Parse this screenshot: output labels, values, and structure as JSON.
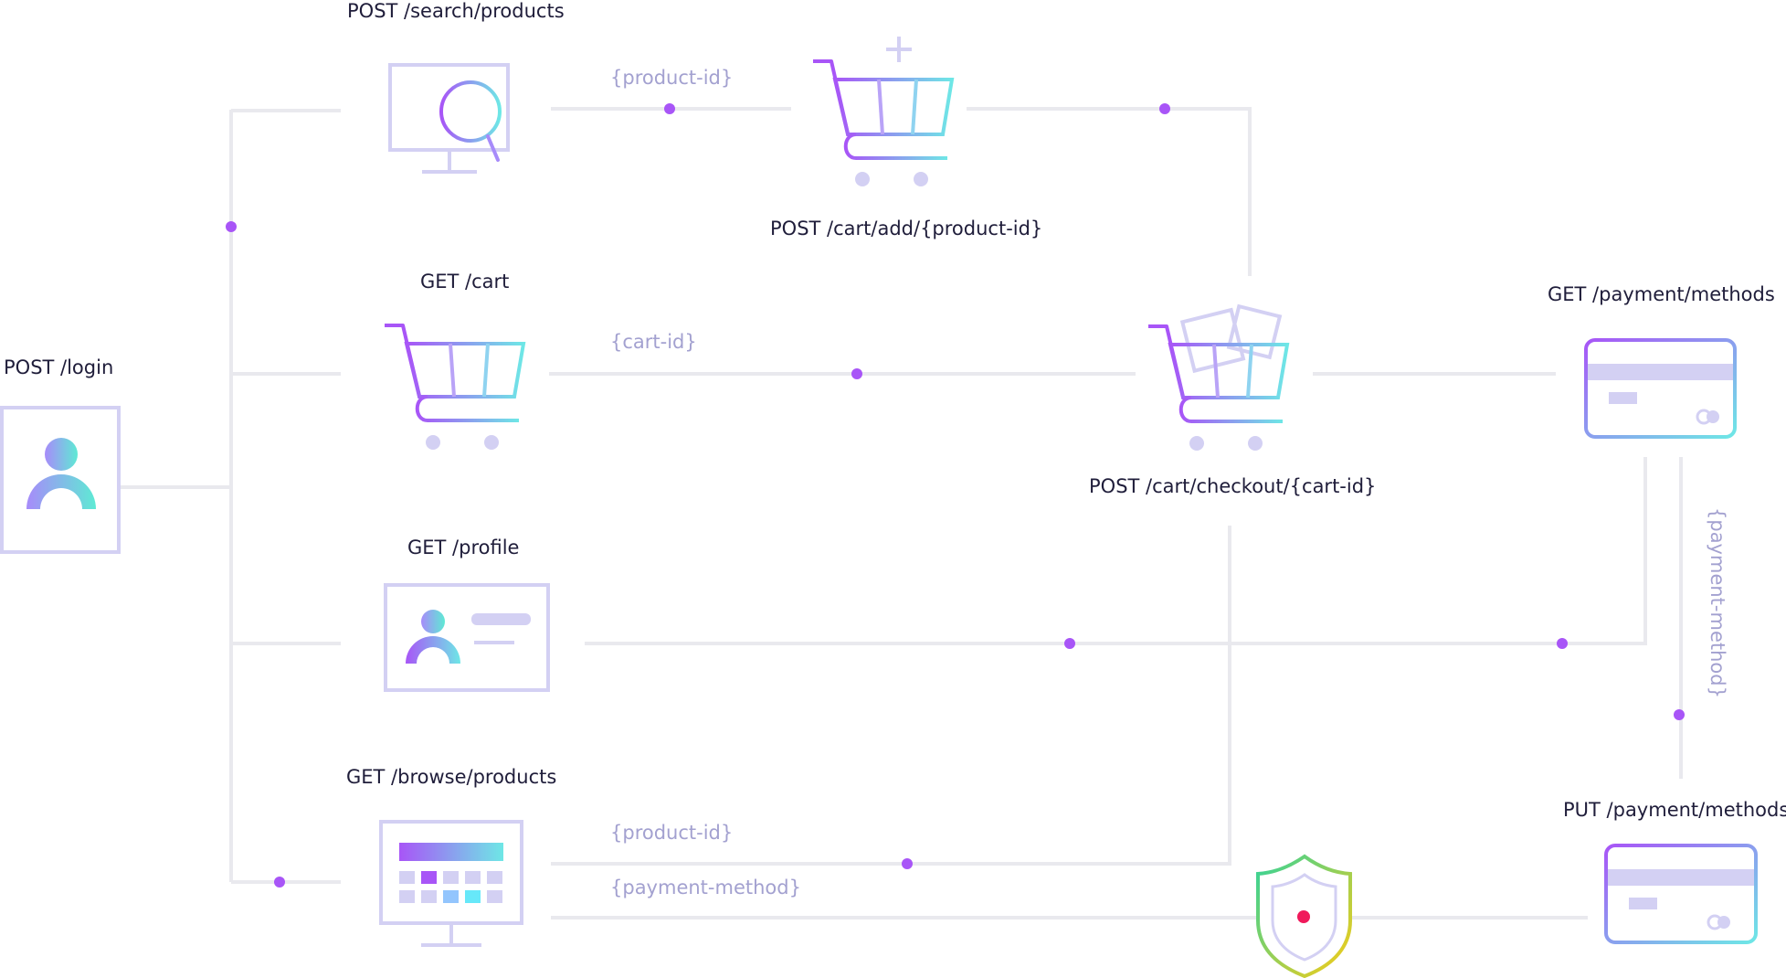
{
  "endpoints": {
    "login": "POST /login",
    "search_products": "POST /search/products",
    "cart_add": "POST /cart/add/{product-id}",
    "get_cart": "GET /cart",
    "checkout": "POST /cart/checkout/{cart-id}",
    "payment_methods_get": "GET /payment/methods",
    "profile": "GET /profile",
    "browse_products": "GET /browse/products",
    "payment_methods_put": "PUT /payment/methods"
  },
  "params": {
    "product_id_top": "{product-id}",
    "cart_id": "{cart-id}",
    "product_id_bottom": "{product-id}",
    "payment_method_bottom": "{payment-method}",
    "payment_method_vertical": "{payment-method}"
  },
  "icons": {
    "login": "user-icon",
    "search": "monitor-search-icon",
    "cart_add": "cart-add-icon",
    "cart": "shopping-cart-icon",
    "checkout": "cart-packages-icon",
    "payment_get": "credit-card-icon",
    "profile": "profile-card-icon",
    "browse": "monitor-grid-icon",
    "secure": "shield-icon",
    "payment_put": "credit-card-icon"
  },
  "colors": {
    "connector": "#e9e9ee",
    "dot": "#a855f7",
    "outline": "#d3d0f3",
    "gradient_start": "#a855f7",
    "gradient_end": "#6ee7e6",
    "shield_alert": "#f0195b"
  }
}
